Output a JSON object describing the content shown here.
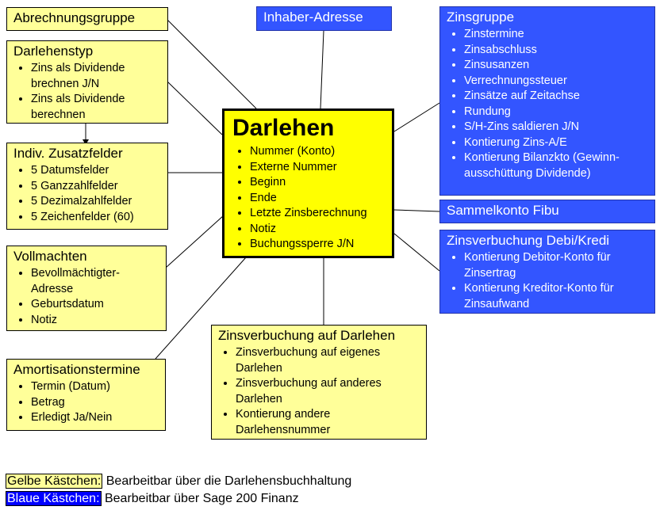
{
  "center": {
    "title": "Darlehen",
    "items": [
      "Nummer (Konto)",
      "Externe Nummer",
      "Beginn",
      "Ende",
      "Letzte Zinsberechnung",
      "Notiz",
      "Buchungssperre J/N"
    ]
  },
  "abrechnungsgruppe": {
    "title": "Abrechnungsgruppe"
  },
  "darlehenstyp": {
    "title": "Darlehenstyp",
    "items": [
      "Zins als Dividende brechnen J/N",
      "Zins als Dividende berechnen"
    ]
  },
  "zusatzfelder": {
    "title": "Indiv. Zusatzfelder",
    "items": [
      "5 Datumsfelder",
      "5 Ganzzahlfelder",
      "5 Dezimalzahlfelder",
      "5 Zeichenfelder (60)"
    ]
  },
  "vollmachten": {
    "title": "Vollmachten",
    "items": [
      "Bevollmächtigter-Adresse",
      "Geburtsdatum",
      "Notiz"
    ]
  },
  "amortisation": {
    "title": "Amortisationstermine",
    "items": [
      "Termin (Datum)",
      "Betrag",
      "Erledigt Ja/Nein"
    ]
  },
  "inhaber": {
    "title": "Inhaber-Adresse"
  },
  "zinsgruppe": {
    "title": "Zinsgruppe",
    "items": [
      "Zinstermine",
      "Zinsabschluss",
      "Zinsusanzen",
      "Verrechnungssteuer",
      "Zinsätze auf Zeitachse",
      "Rundung",
      "S/H-Zins saldieren J/N",
      "Kontierung Zins-A/E",
      "Kontierung Bilanzkto (Gewinn-ausschüttung Dividende)"
    ]
  },
  "sammelkonto": {
    "title": "Sammelkonto Fibu"
  },
  "zinsverbuchung_debi": {
    "title": "Zinsverbuchung Debi/Kredi",
    "items": [
      "Kontierung Debitor-Konto für Zinsertrag",
      "Kontierung Kreditor-Konto für Zinsaufwand"
    ]
  },
  "zinsverbuchung_darlehen": {
    "title": "Zinsverbuchung auf Darlehen",
    "items": [
      "Zinsverbuchung auf eigenes Darlehen",
      "Zinsverbuchung auf anderes Darlehen",
      "Kontierung andere Darlehensnummer"
    ]
  },
  "legend": {
    "yellow_label": "Gelbe Kästchen:",
    "yellow_text": " Bearbeitbar über die Darlehensbuchhaltung",
    "blue_label": "Blaue Kästchen:",
    "blue_text": " Bearbeitbar über Sage 200 Finanz"
  },
  "colors": {
    "yellow": "#ffff99",
    "center_yellow": "#ffff00",
    "blue": "#3355ff"
  }
}
